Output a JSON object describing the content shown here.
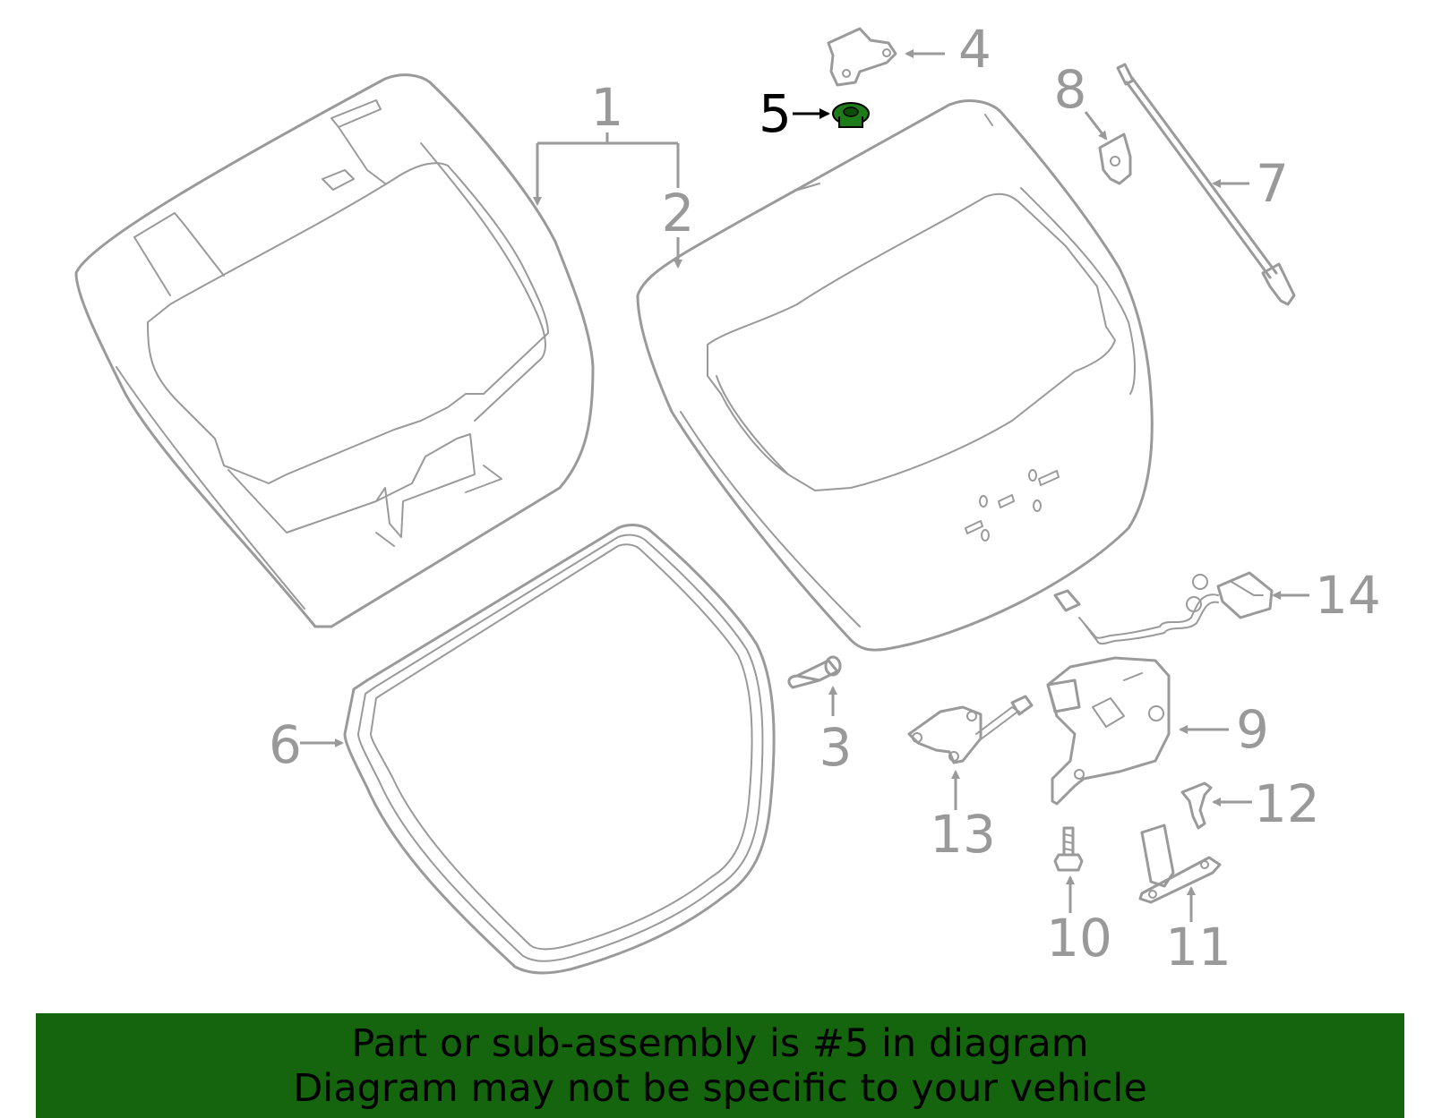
{
  "colors": {
    "line_gray": "#9a9a9a",
    "label_gray": "#999999",
    "highlight_part": "#1f7a1a",
    "banner_bg": "#15650f",
    "banner_text": "#000000"
  },
  "callouts": [
    {
      "id": "1",
      "label": "1"
    },
    {
      "id": "2",
      "label": "2"
    },
    {
      "id": "3",
      "label": "3"
    },
    {
      "id": "4",
      "label": "4"
    },
    {
      "id": "5",
      "label": "5",
      "highlighted": true
    },
    {
      "id": "6",
      "label": "6"
    },
    {
      "id": "7",
      "label": "7"
    },
    {
      "id": "8",
      "label": "8"
    },
    {
      "id": "9",
      "label": "9"
    },
    {
      "id": "10",
      "label": "10"
    },
    {
      "id": "11",
      "label": "11"
    },
    {
      "id": "12",
      "label": "12"
    },
    {
      "id": "13",
      "label": "13"
    },
    {
      "id": "14",
      "label": "14"
    }
  ],
  "banner": {
    "line1": "Part or sub-assembly is #5 in diagram",
    "line2": "Diagram may not be specific to your vehicle"
  }
}
